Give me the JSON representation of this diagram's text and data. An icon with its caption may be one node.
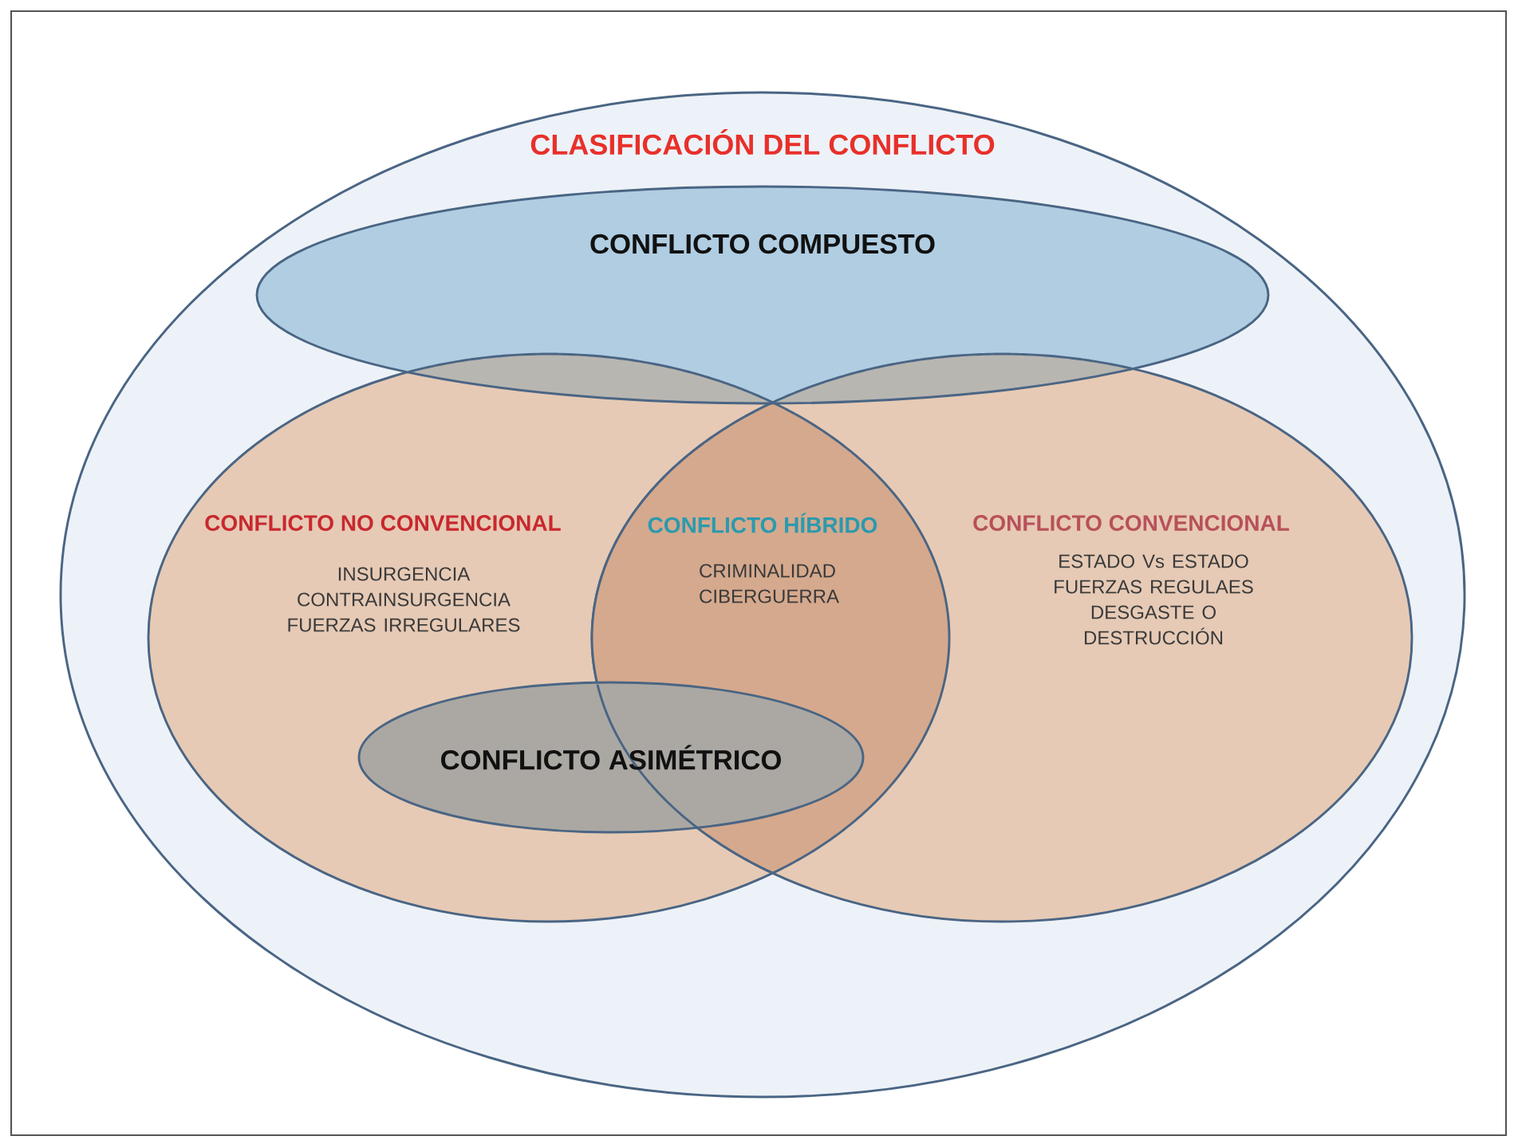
{
  "diagram": {
    "nodes": [
      {
        "text": [
          "CLASIFICACIÓN DEL CONFLICTO"
        ]
      },
      {
        "text": [
          "CONFLICTO COMPUESTO"
        ],
        "in": 0
      },
      {
        "text": [
          "CONFLICTO NO CONVENCIONAL",
          "INSURGENCIA CONTRAINSURGENCIA FUERZAS IRREGULARES"
        ],
        "in": 0
      },
      {
        "text": [
          "CONFLICTO HÍBRIDO",
          "CRIMINALIDAD CIBERGUERRA"
        ]
      },
      {
        "text": [
          "CONFLICTO CONVENCIONAL",
          "ESTADO Vs ESTADO FUERZAS REGULAES DESGASTE O DESTRUCCIÓN"
        ],
        "in": 0
      },
      {
        "text": [
          "CONFLICTO ASIMÉTRICO"
        ],
        "in": 2
      }
    ]
  }
}
